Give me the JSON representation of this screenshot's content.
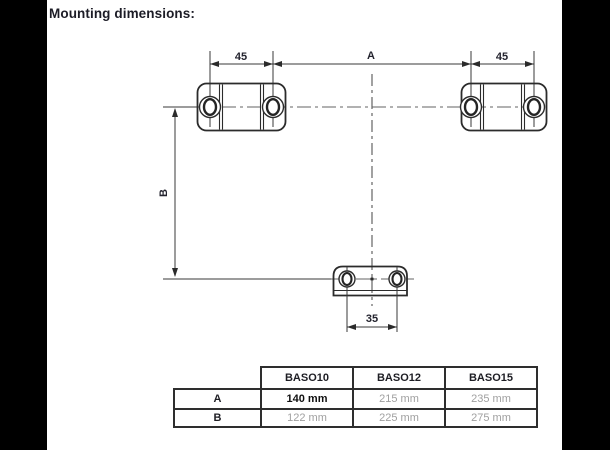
{
  "page": {
    "title": "Mounting dimensions:"
  },
  "drawing": {
    "dim_top_left": "45",
    "dim_top_right": "45",
    "dim_span": "A",
    "dim_height": "B",
    "dim_bottom": "35"
  },
  "table": {
    "col_headers": [
      "BASO10",
      "BASO12",
      "BASO15"
    ],
    "rows": [
      {
        "label": "A",
        "values": [
          "140 mm",
          "215 mm",
          "235 mm"
        ]
      },
      {
        "label": "B",
        "values": [
          "122 mm",
          "225 mm",
          "275 mm"
        ]
      }
    ]
  },
  "colors": {
    "ink": "#2b2b2b",
    "dim_text": "#23232e",
    "centerline": "#636363",
    "muted_value": "#a0a0a0",
    "page_bg": "#ffffff",
    "frame_bg": "#000000"
  }
}
